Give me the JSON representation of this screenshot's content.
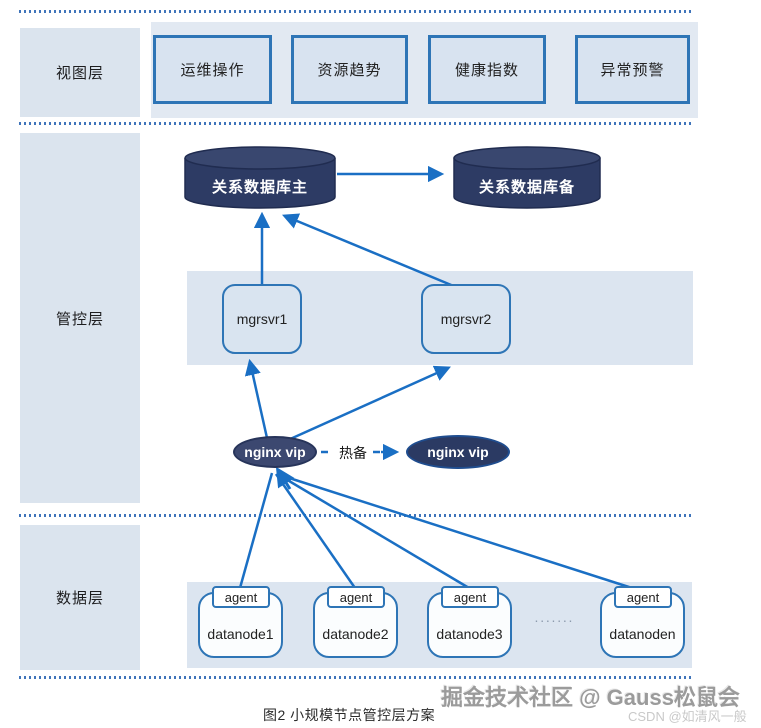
{
  "caption": "图2 小规模节点管控层方案",
  "watermark": {
    "community": "掘金技术社区 @ Gauss松鼠会",
    "csdn": "CSDN @如清风一般"
  },
  "layers": {
    "view": {
      "label": "视图层",
      "items": [
        "运维操作",
        "资源趋势",
        "健康指数",
        "异常预警"
      ]
    },
    "mgmt": {
      "label": "管控层",
      "db_primary": "关系数据库主",
      "db_standby": "关系数据库备",
      "servers": [
        "mgrsvr1",
        "mgrsvr2"
      ],
      "nginx_primary": "nginx vip",
      "nginx_standby": "nginx vip",
      "hot_standby": "热备"
    },
    "data": {
      "label": "数据层",
      "agent": "agent",
      "nodes": [
        "datanode1",
        "datanode2",
        "datanode3",
        "datanoden"
      ],
      "ellipsis": "·······"
    }
  },
  "colors": {
    "connector_blue": "#1a6fc4",
    "box_border_blue": "#2e75b6",
    "box_fill_light": "#d9e4f0",
    "band_fill": "#dce5f0",
    "db_navy": "#2d3b64",
    "nginx_navy": "#3c4870",
    "dotted_line_blue": "#3f74ba"
  }
}
